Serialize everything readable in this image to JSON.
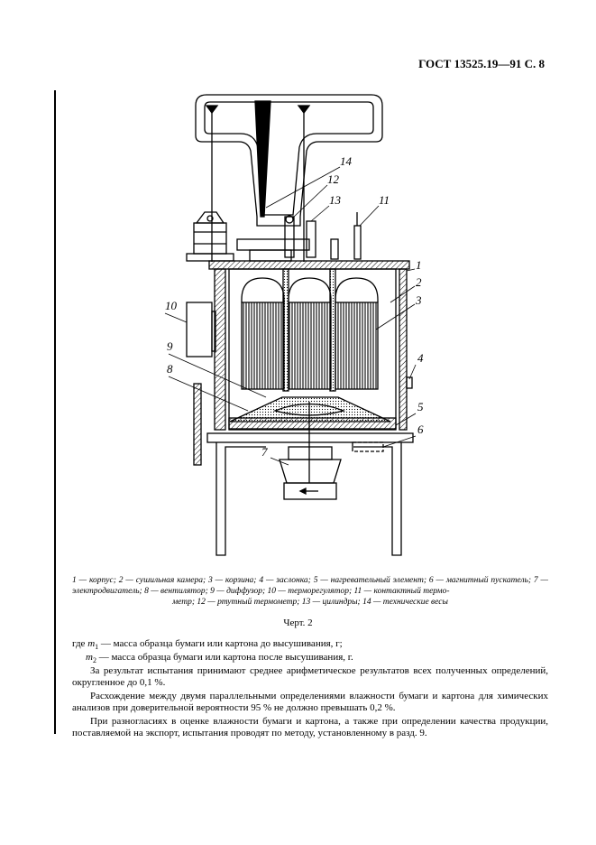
{
  "header": {
    "doc_ref": "ГОСТ 13525.19—91 С. 8"
  },
  "figure": {
    "callouts": [
      "14",
      "12",
      "13",
      "11",
      "1",
      "2",
      "3",
      "10",
      "9",
      "8",
      "4",
      "5",
      "6",
      "7"
    ],
    "caption_line1": "1 — корпус; 2 — сушильная камера; 3 — корзина; 4 — заслонка; 5 — нагревательный элемент; 6 — магнитный пускатель; 7 — электродвигатель; 8 — вентилятор; 9 — диффузор; 10 — терморегулятор; 11 — контактный термо-",
    "caption_line2": "метр; 12 — ртутный термометр; 13 — цилиндры; 14 — технические весы",
    "title": "Черт. 2"
  },
  "body": {
    "p1_pre": "где ",
    "p1_var": "m",
    "p1_sub": "1",
    "p1_text": " — масса образца бумаги или картона до высушивания, г;",
    "p2_var": "m",
    "p2_sub": "2",
    "p2_text": " — масса образца бумаги или картона после высушивания, г.",
    "p3": "За результат испытания принимают среднее арифметическое результатов всех полученных определений, округленное до 0,1 %.",
    "p4": "Расхождение между двумя параллельными определениями влажности бумаги и картона для химических анализов при доверительной вероятности 95 % не должно превышать 0,2 %.",
    "p5": "При разногласиях в оценке влажности бумаги и картона, а также при определении качества продукции, поставляемой на экспорт, испытания проводят по методу, установленному в разд. 9."
  }
}
